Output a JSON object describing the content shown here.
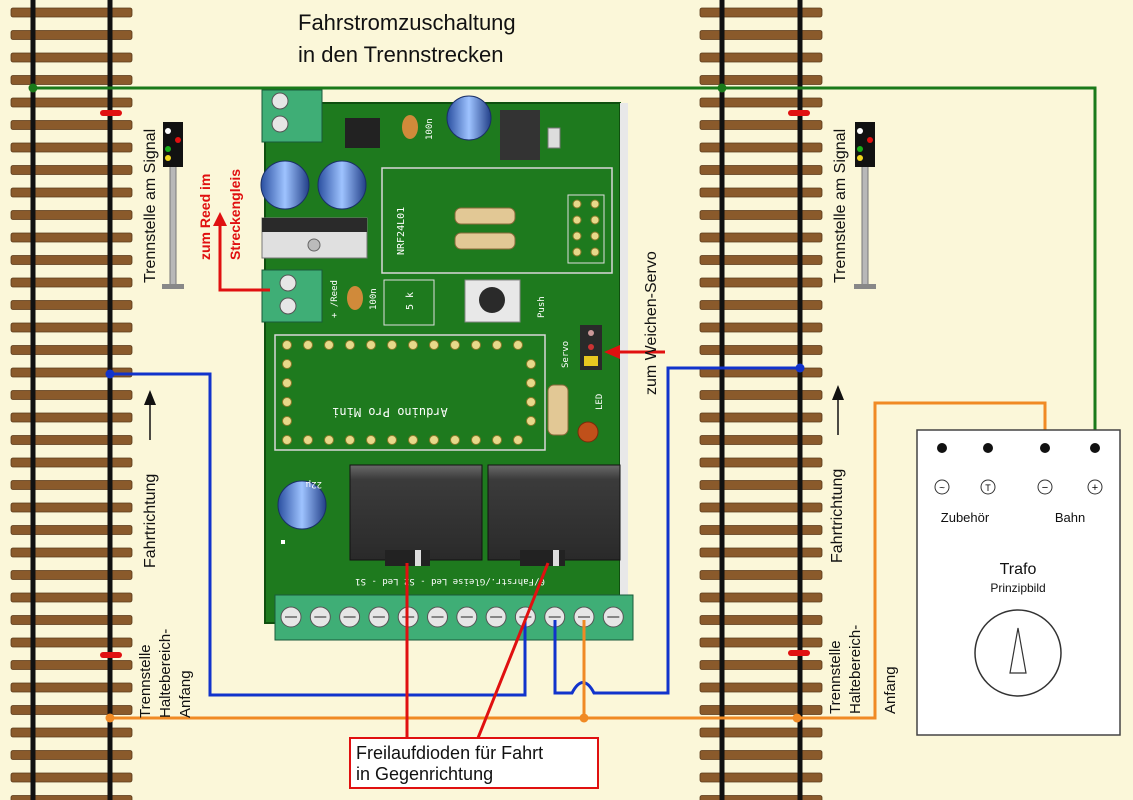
{
  "title": {
    "line1": "Fahrstromzuschaltung",
    "line2": "in den Trennstrecken"
  },
  "labels": {
    "reed_line1": "zum Reed im",
    "reed_line2": "Streckengleis",
    "servo": "zum Weichen-Servo",
    "signal_left": "Trennstelle am Signal",
    "signal_right": "Trennstelle am Signal",
    "direction": "Fahrtrichtung",
    "halt_line1": "Trennstelle",
    "halt_line2": "Haltebereich-",
    "halt_line3": "Anfang",
    "diodes_line1": "Freilaufdioden für Fahrt",
    "diodes_line2": "in Gegenrichtung"
  },
  "trafo": {
    "title": "Trafo",
    "subtitle": "Prinzipbild",
    "accessory": "Zubehör",
    "track": "Bahn",
    "sym_ac": "~",
    "sym_t": "T",
    "sym_minus": "−",
    "sym_plus": "+"
  },
  "pcb": {
    "nrf": "NRF24L01",
    "arduino": "Arduino Pro Mini",
    "push": "Push",
    "servo": "Servo",
    "led": "LED",
    "reed": "+ /Reed",
    "cap1": "100n",
    "cap2": "100n",
    "cap3": "22µ",
    "pot": "5 k",
    "terminals": "0/Fahrstr./Gleise    Led - S2    Led - S1"
  },
  "colors": {
    "background": "#fbf7d9",
    "pcb": "#1e7a1e",
    "sleeper": "#8a5a2b",
    "rail": "#111111",
    "wire_green": "#1a7a1a",
    "wire_blue": "#1133cc",
    "wire_orange": "#f08a24",
    "wire_red": "#e01010",
    "terminal": "#3fae76"
  }
}
